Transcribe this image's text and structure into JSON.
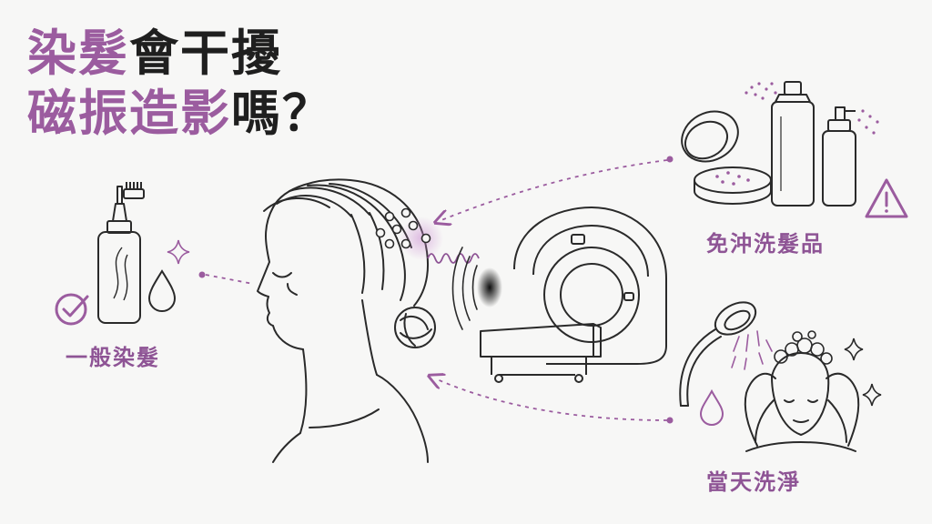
{
  "title": {
    "line1_accent": "染髮",
    "line1_rest": "會干擾",
    "line2_accent": "磁振造影",
    "line2_rest": "嗎？"
  },
  "labels": {
    "regular_dye": "一般染髮",
    "leave_in": "免沖洗髮品",
    "wash_same_day": "當天洗淨"
  },
  "icons": [
    "check-circle-icon",
    "drop-icon",
    "sparkle-icon",
    "warning-triangle-icon"
  ],
  "colors": {
    "accent": "#9b5c9f",
    "title_text": "#1f1f1f",
    "line_art": "#2a2a2a",
    "background": "#f7f7f6"
  }
}
